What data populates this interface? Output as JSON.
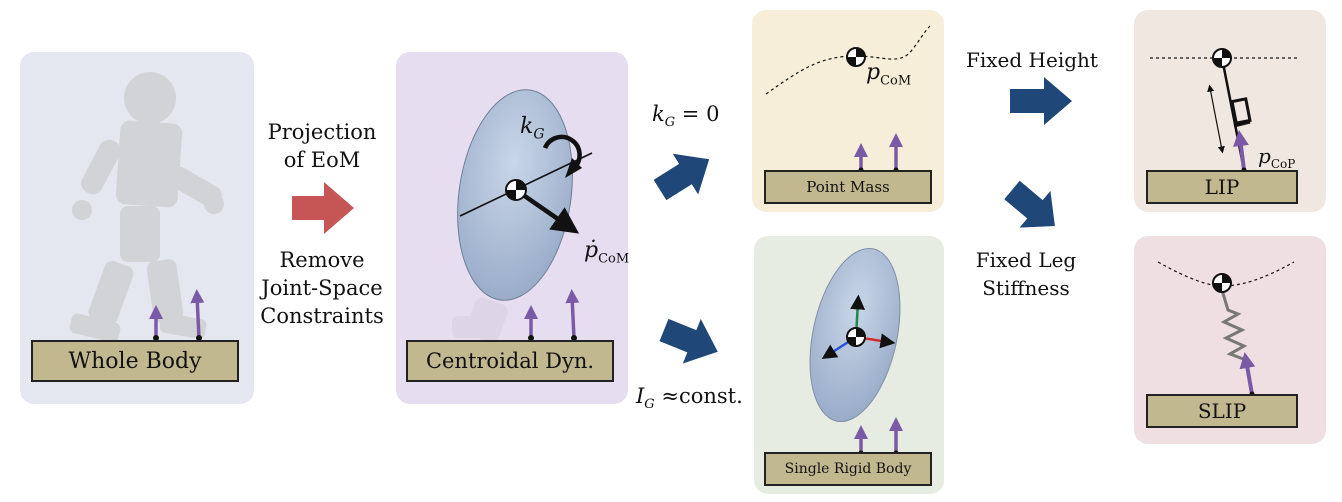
{
  "colors": {
    "whole_body_bg": "#e4e7ef",
    "centroidal_bg": "#e6def0",
    "point_mass_bg": "#f6eed8",
    "rigid_body_bg": "#e7ece2",
    "lip_bg": "#f1e7e1",
    "slip_bg": "#efdfe3",
    "label_fill": "#c2b890",
    "transition_arrow": "#1f4777",
    "projection_arrow": "#c65555",
    "force_arrow": "#7a5aa6"
  },
  "whole_body": {
    "label": "Whole Body"
  },
  "projection": {
    "title_line1": "Projection",
    "title_line2": "of EoM",
    "sub_line1": "Remove",
    "sub_line2": "Joint-Space",
    "sub_line3": "Constraints"
  },
  "centroidal": {
    "label": "Centroidal Dyn.",
    "k_g": "k",
    "k_g_sub": "G",
    "p_dot": "ṗ",
    "p_dot_sub": "CoM"
  },
  "transitions": {
    "kg_zero": "k",
    "kg_zero_sub": "G",
    "kg_zero_rest": " = 0",
    "ig_const": "I",
    "ig_const_sub": "G",
    "ig_const_rest": " ≈const."
  },
  "point_mass": {
    "label": "Point Mass",
    "p": "p",
    "p_sub": "CoM"
  },
  "rigid_body": {
    "label": "Single Rigid Body"
  },
  "fixed_height": {
    "text": "Fixed Height"
  },
  "fixed_leg": {
    "line1": "Fixed Leg",
    "line2": "Stiffness"
  },
  "lip": {
    "label": "LIP",
    "p": "p",
    "p_sub": "CoP"
  },
  "slip": {
    "label": "SLIP"
  }
}
